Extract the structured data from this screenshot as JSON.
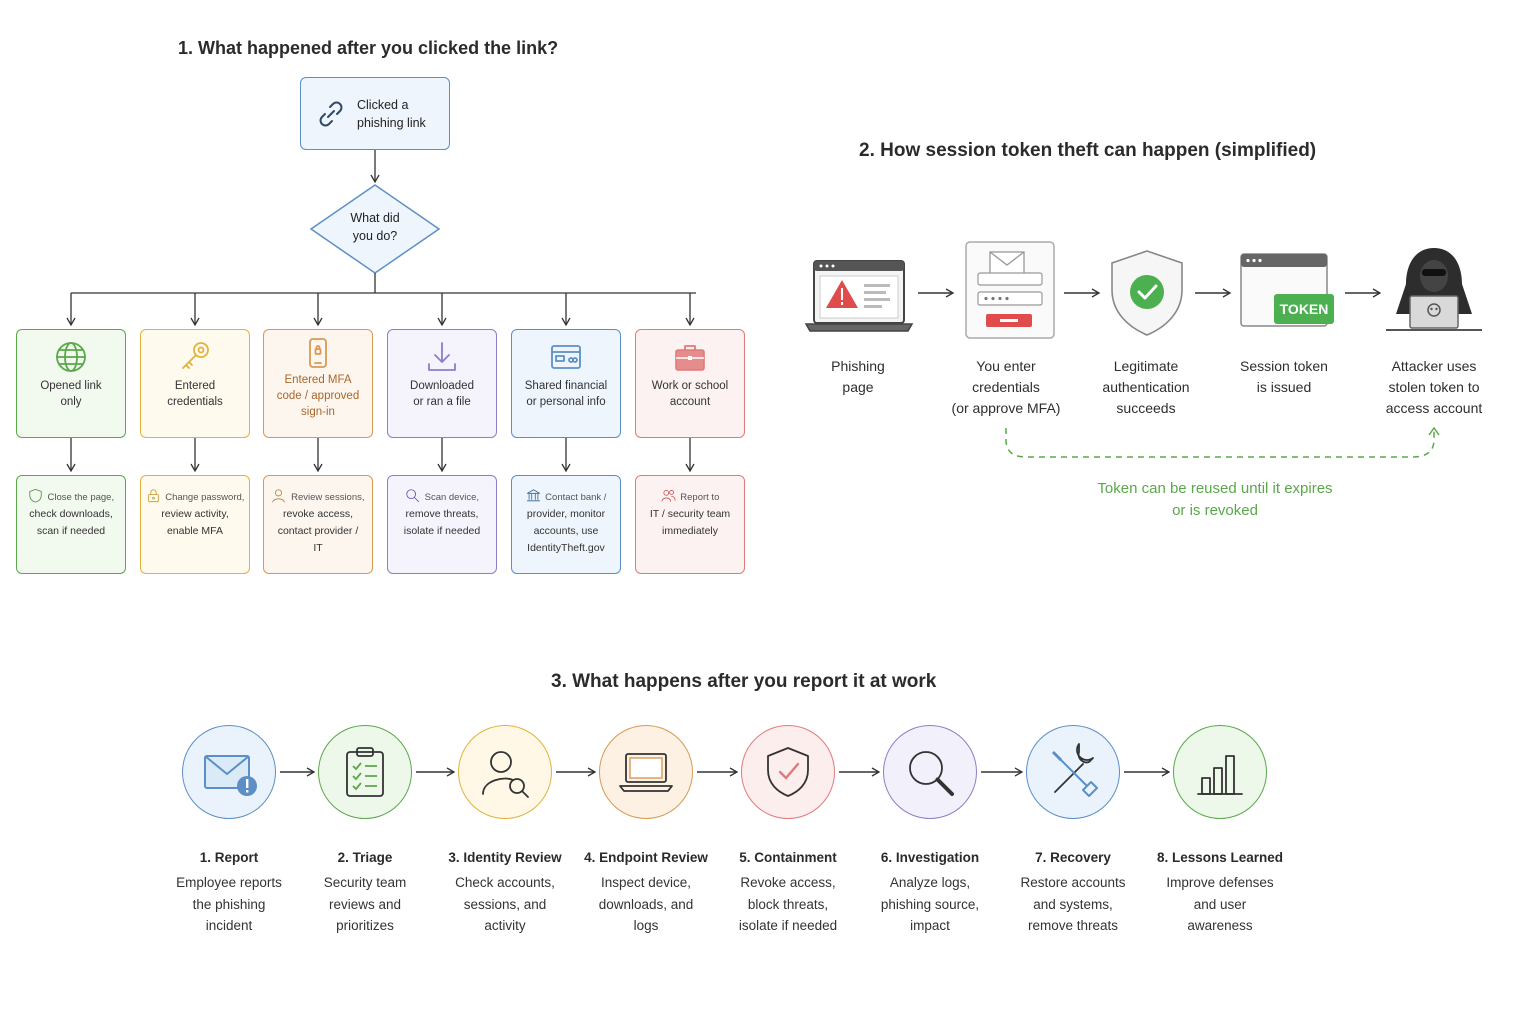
{
  "section1": {
    "title": "1. What happened after you clicked the link?",
    "start": {
      "label": "Clicked a phishing link",
      "line1": "Clicked a",
      "line2": "phishing link",
      "icon": "link-icon"
    },
    "decision": {
      "line1": "What did",
      "line2": "you do?"
    },
    "branches": [
      {
        "line1": "Opened link",
        "line2": "only",
        "line3": "",
        "icon": "globe-icon",
        "color": "#5aa84a",
        "bg": "#f2f9ef",
        "action": [
          "Close the page,",
          "check downloads,",
          "scan if needed",
          ""
        ],
        "action_icon": "shield-icon"
      },
      {
        "line1": "Entered",
        "line2": "credentials",
        "line3": "",
        "icon": "key-icon",
        "color": "#e2b33c",
        "bg": "#fffaee",
        "action": [
          "Change password,",
          "review activity,",
          "enable MFA",
          ""
        ],
        "action_icon": "lock-icon"
      },
      {
        "line1": "Entered MFA",
        "line2": "code / approved",
        "line3": "sign-in",
        "icon": "phone-icon",
        "color": "#d79a55",
        "bg": "#fdf6ee",
        "action": [
          "Review sessions,",
          "revoke access,",
          "contact provider /",
          "IT"
        ],
        "action_icon": "user-icon"
      },
      {
        "line1": "Downloaded",
        "line2": "or ran a file",
        "line3": "",
        "icon": "download-icon",
        "color": "#8a7fc9",
        "bg": "#f5f3fc",
        "action": [
          "Scan device,",
          "remove threats,",
          "isolate if needed",
          ""
        ],
        "action_icon": "magnifier-icon"
      },
      {
        "line1": "Shared financial",
        "line2": "or personal info",
        "line3": "",
        "icon": "card-icon",
        "color": "#5b8fc6",
        "bg": "#eef5fc",
        "action": [
          "Contact bank /",
          "provider, monitor",
          "accounts, use",
          "IdentityTheft.gov"
        ],
        "action_icon": "bank-icon"
      },
      {
        "line1": "Work or school",
        "line2": "account",
        "line3": "",
        "icon": "briefcase-icon",
        "color": "#e07a7a",
        "bg": "#fdf2f2",
        "action": [
          "Report to",
          "IT / security team",
          "immediately",
          ""
        ],
        "action_icon": "users-icon"
      }
    ]
  },
  "section2": {
    "title": "2. How session token theft can happen (simplified)",
    "steps": [
      {
        "lines": [
          "Phishing",
          "page"
        ],
        "icon": "laptop-warning-icon"
      },
      {
        "lines": [
          "You enter",
          "credentials",
          "(or approve MFA)"
        ],
        "icon": "login-form-icon"
      },
      {
        "lines": [
          "Legitimate",
          "authentication",
          "succeeds"
        ],
        "icon": "shield-check-icon"
      },
      {
        "lines": [
          "Session token",
          "is issued"
        ],
        "icon": "browser-token-icon"
      },
      {
        "lines": [
          "Attacker uses",
          "stolen token to",
          "access account"
        ],
        "icon": "hacker-icon"
      }
    ],
    "token_label": "TOKEN",
    "note_line1": "Token can be reused until it expires",
    "note_line2": "or is revoked",
    "note_color": "#5aa84a"
  },
  "section3": {
    "title": "3. What happens after you report it at work",
    "steps": [
      {
        "title": "1. Report",
        "lines": [
          "Employee reports",
          "the phishing",
          "incident"
        ],
        "icon": "mail-alert-icon",
        "color": "#5b8fc6",
        "bg": "#eaf3fb"
      },
      {
        "title": "2. Triage",
        "lines": [
          "Security team",
          "reviews and",
          "prioritizes"
        ],
        "icon": "clipboard-icon",
        "color": "#5aa84a",
        "bg": "#eef8ea"
      },
      {
        "title": "3. Identity Review",
        "lines": [
          "Check accounts,",
          "sessions, and",
          "activity"
        ],
        "icon": "user-search-icon",
        "color": "#e2b33c",
        "bg": "#fff8e6"
      },
      {
        "title": "4. Endpoint Review",
        "lines": [
          "Inspect device,",
          "downloads, and",
          "logs"
        ],
        "icon": "laptop-icon",
        "color": "#d79a55",
        "bg": "#fdf1e4"
      },
      {
        "title": "5. Containment",
        "lines": [
          "Revoke access,",
          "block threats,",
          "isolate if needed"
        ],
        "icon": "shield-icon",
        "color": "#e07a7a",
        "bg": "#fdeeee"
      },
      {
        "title": "6. Investigation",
        "lines": [
          "Analyze logs,",
          "phishing source,",
          "impact"
        ],
        "icon": "magnifier-icon",
        "color": "#8a7fc9",
        "bg": "#f2f0fb"
      },
      {
        "title": "7. Recovery",
        "lines": [
          "Restore accounts",
          "and systems,",
          "remove threats"
        ],
        "icon": "tools-icon",
        "color": "#5b8fc6",
        "bg": "#eaf3fb"
      },
      {
        "title": "8. Lessons Learned",
        "lines": [
          "Improve defenses",
          "and user",
          "awareness"
        ],
        "icon": "bar-chart-icon",
        "color": "#5aa84a",
        "bg": "#eef8ea"
      }
    ]
  }
}
